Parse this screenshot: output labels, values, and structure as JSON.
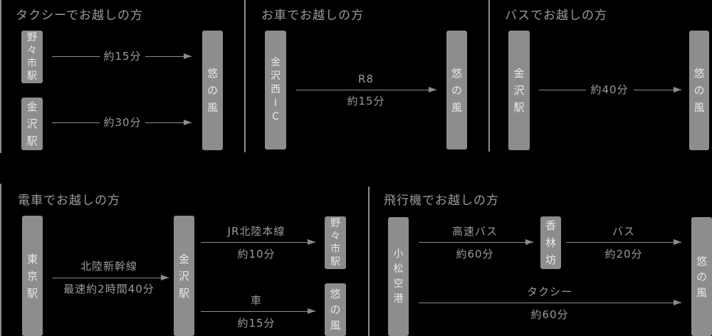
{
  "colors": {
    "background": "#000000",
    "node_fill": "#8d8d8d",
    "node_text": "#e9e9e9",
    "label_text": "#9b9b9b",
    "line": "#8c8c8c"
  },
  "sections": [
    {
      "title": "タクシーでお越しの方",
      "nodes": [
        {
          "label": "野々市駅"
        },
        {
          "label": "金沢駅"
        },
        {
          "label": "悠の風"
        }
      ],
      "routes": [
        {
          "time": "約15分"
        },
        {
          "time": "約30分"
        }
      ]
    },
    {
      "title": "お車でお越しの方",
      "nodes": [
        {
          "label": "金沢西IC"
        },
        {
          "label": "悠の風"
        }
      ],
      "routes": [
        {
          "via": "R8",
          "time": "約15分"
        }
      ]
    },
    {
      "title": "バスでお越しの方",
      "nodes": [
        {
          "label": "金沢駅"
        },
        {
          "label": "悠の風"
        }
      ],
      "routes": [
        {
          "time": "約40分"
        }
      ]
    },
    {
      "title": "電車でお越しの方",
      "nodes": [
        {
          "label": "東京駅"
        },
        {
          "label": "金沢駅"
        },
        {
          "label": "野々市駅"
        },
        {
          "label": "悠の風"
        }
      ],
      "routes": [
        {
          "via": "北陸新幹線",
          "time": "最速約2時間40分"
        },
        {
          "via": "JR北陸本線",
          "time": "約10分"
        },
        {
          "via": "車",
          "time": "約15分"
        }
      ]
    },
    {
      "title": "飛行機でお越しの方",
      "nodes": [
        {
          "label": "小松空港"
        },
        {
          "label": "香林坊"
        },
        {
          "label": "悠の風"
        }
      ],
      "routes": [
        {
          "via": "高速バス",
          "time": "約60分"
        },
        {
          "via": "バス",
          "time": "約20分"
        },
        {
          "via": "タクシー",
          "time": "約60分"
        }
      ]
    }
  ]
}
